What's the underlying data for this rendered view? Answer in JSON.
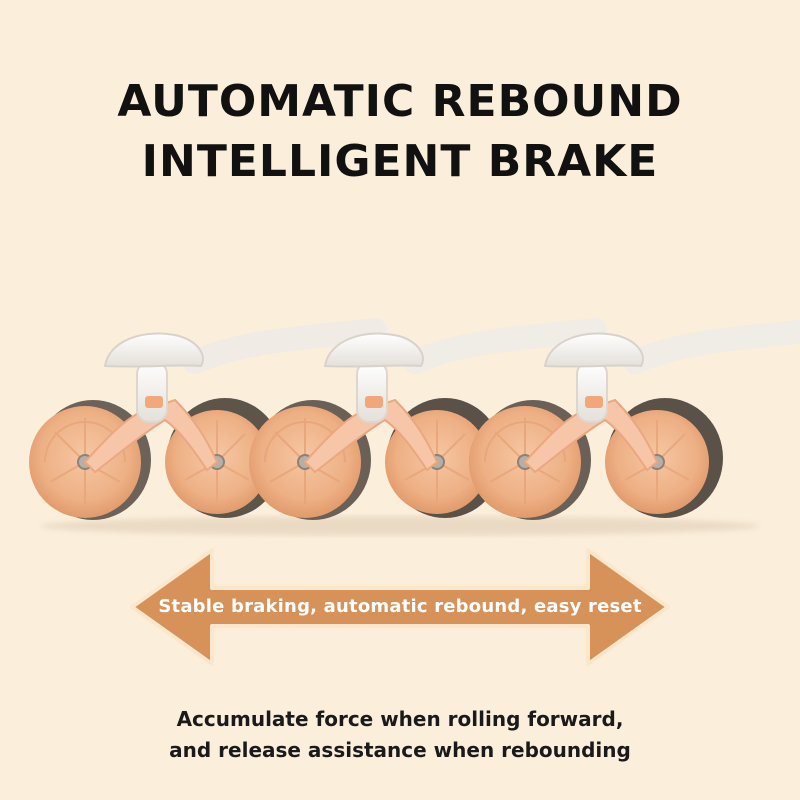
{
  "headline": {
    "line1": "AUTOMATIC REBOUND",
    "line2": "INTELLIGENT BRAKE"
  },
  "product": {
    "name": "ab-roller-motion-sequence",
    "frames": 3,
    "colors": {
      "wheel": "#f0b48d",
      "wheel_dark": "#e29c6c",
      "bracket": "#f6c2a3",
      "handle": "#f3f1ee",
      "tread": "#5a5148"
    }
  },
  "arrow": {
    "label": "Stable braking, automatic rebound, easy reset",
    "color": "#d7925a",
    "border_color": "#fce7cc"
  },
  "caption": {
    "line1": "Accumulate force when rolling forward,",
    "line2": "and release assistance when rebounding"
  },
  "background_color": "#fbefdc"
}
